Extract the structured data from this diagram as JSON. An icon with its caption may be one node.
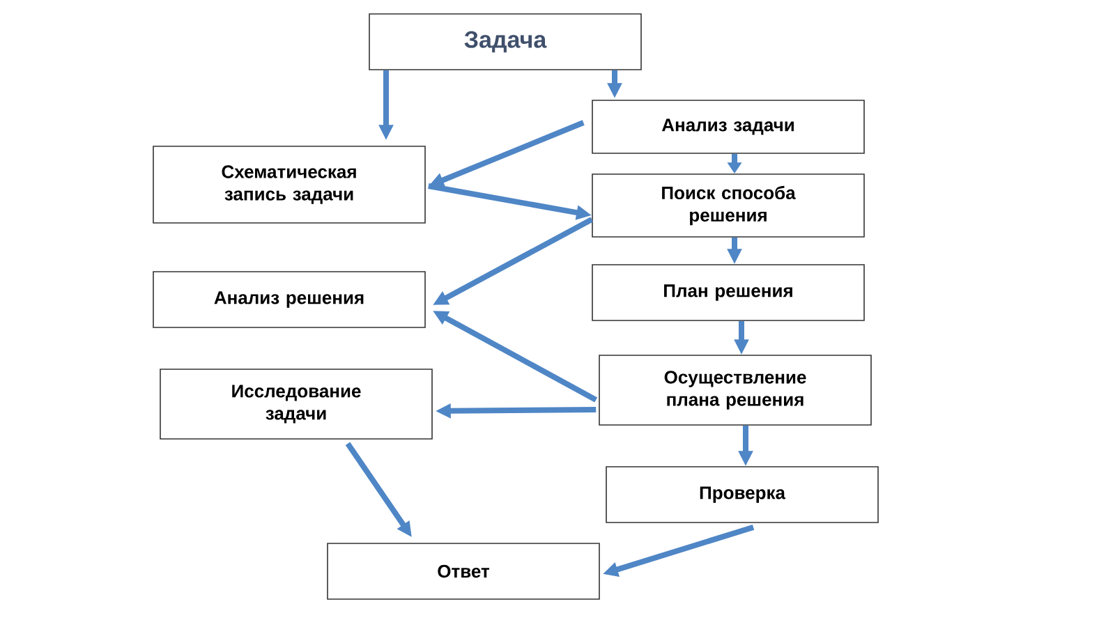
{
  "diagram": {
    "nodes": [
      {
        "text": [
          "Задача"
        ]
      },
      {
        "text": [
          "Схематическая запись задачи"
        ]
      },
      {
        "text": [
          "Анализ задачи"
        ]
      },
      {
        "text": [
          "Поиск способа решения"
        ]
      },
      {
        "text": [
          "Анализ решения"
        ]
      },
      {
        "text": [
          "План решения"
        ]
      },
      {
        "text": [
          "Исследование задачи"
        ]
      },
      {
        "text": [
          "Осуществление плана решения"
        ]
      },
      {
        "text": [
          "Проверка"
        ]
      },
      {
        "text": [
          "Ответ"
        ]
      }
    ],
    "edges": [
      {
        "from": 0,
        "to": 1,
        "arrow": "to"
      },
      {
        "from": 0,
        "to": 2,
        "arrow": "to"
      },
      {
        "from": 2,
        "to": 1,
        "arrow": "to"
      },
      {
        "from": 1,
        "to": 3,
        "arrow": "to"
      },
      {
        "from": 3,
        "to": 4,
        "arrow": "to"
      },
      {
        "from": 7,
        "to": 4,
        "arrow": "to"
      },
      {
        "from": 7,
        "to": 6,
        "arrow": "to"
      },
      {
        "from": 2,
        "to": 3,
        "arrow": "to"
      },
      {
        "from": 3,
        "to": 5,
        "arrow": "to"
      },
      {
        "from": 5,
        "to": 7,
        "arrow": "to"
      },
      {
        "from": 7,
        "to": 8,
        "arrow": "to"
      },
      {
        "from": 6,
        "to": 9,
        "arrow": "to"
      },
      {
        "from": 8,
        "to": 9,
        "arrow": "to"
      }
    ]
  }
}
